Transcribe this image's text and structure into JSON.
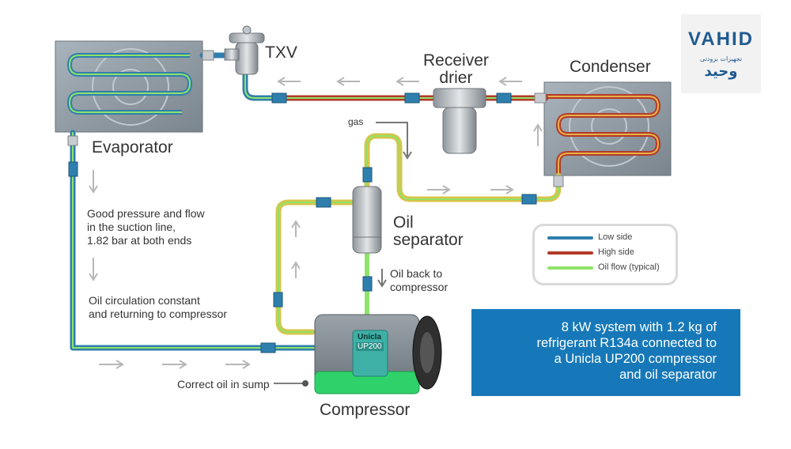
{
  "labels": {
    "txv": "TXV",
    "receiver_drier": "Receiver\ndrier",
    "condenser": "Condenser",
    "evaporator": "Evaporator",
    "gas": "gas",
    "oil_separator": "Oil\nseparator",
    "oil_back": "Oil back to\ncompressor",
    "suction_note": "Good pressure and flow\nin the suction line,\n1.82 bar at both ends",
    "oil_circulation_note": "Oil circulation constant\nand returning to compressor",
    "correct_oil": "Correct oil in sump",
    "compressor": "Compressor",
    "compressor_brand": "Unicla",
    "compressor_model": "UP200"
  },
  "legend": [
    {
      "label": "Low side",
      "color": "#2f7fae"
    },
    {
      "label": "High side",
      "color": "#b33a2a"
    },
    {
      "label": "Oil flow (typical)",
      "color": "#8fe36a"
    }
  ],
  "info_box": {
    "text": "8 kW system with 1.2 kg of\nrefrigerant R134a connected to\na Unicla UP200 compressor\nand oil separator",
    "color": "#1678b8"
  },
  "logo": {
    "main": "VAHID",
    "sub": "تجهیزات برودتی",
    "fa": "وحید"
  },
  "colors": {
    "low_side": "#2f7fae",
    "high_side": "#b33a2a",
    "oil": "#8fe36a",
    "gas": "#d8c44a"
  }
}
